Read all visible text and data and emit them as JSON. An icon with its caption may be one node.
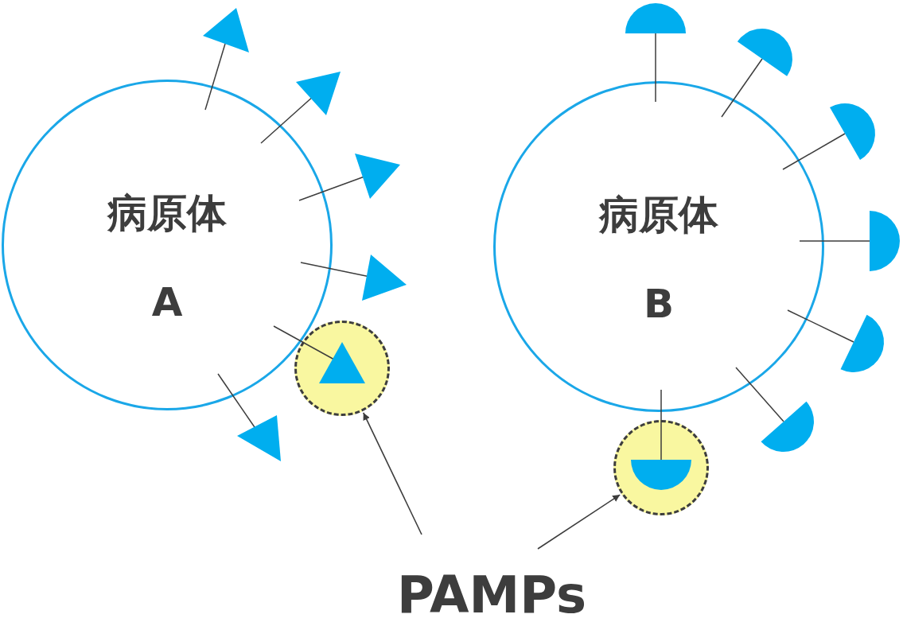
{
  "diagram": {
    "nodes": [
      {
        "text": [
          "病原体",
          "A"
        ]
      },
      {
        "text": [
          "病原体",
          "B"
        ]
      },
      {
        "text": [],
        "shape": "circle"
      },
      {
        "text": [],
        "shape": "circle"
      },
      {
        "text": [
          "PAMPs"
        ]
      }
    ],
    "edges": [
      {
        "from": 4,
        "to": 2,
        "arrow": "to"
      },
      {
        "from": 4,
        "to": 3,
        "arrow": "to"
      }
    ]
  }
}
